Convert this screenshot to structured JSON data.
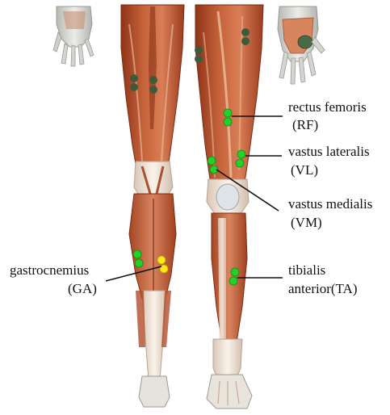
{
  "figure": {
    "image_alt": "Anatomical illustration of human legs with muscles, back view (left) and front view (right), with electrode placement markers",
    "colors": {
      "muscle_dark": "#9a3a1e",
      "muscle_mid": "#c4623a",
      "muscle_light": "#e0926a",
      "tendon": "#f2e4d6",
      "bone": "#d9d9d4",
      "skin_hand": "#d98c64",
      "electrode_green": "#22d12a",
      "electrode_yellow": "#ffe81a",
      "electrode_dark": "#3e5a3a",
      "leader_line": "#111111"
    }
  },
  "labels": {
    "rf": {
      "name": "rectus femoris",
      "abbr": "(RF)"
    },
    "vl": {
      "name": "vastus lateralis",
      "abbr": "(VL)"
    },
    "vm": {
      "name": "vastus medialis",
      "abbr": "(VM)"
    },
    "ga": {
      "name": "gastrocnemius",
      "abbr": "(GA)"
    },
    "ta": {
      "name": "tibialis",
      "abbr": "anterior(TA)"
    }
  }
}
